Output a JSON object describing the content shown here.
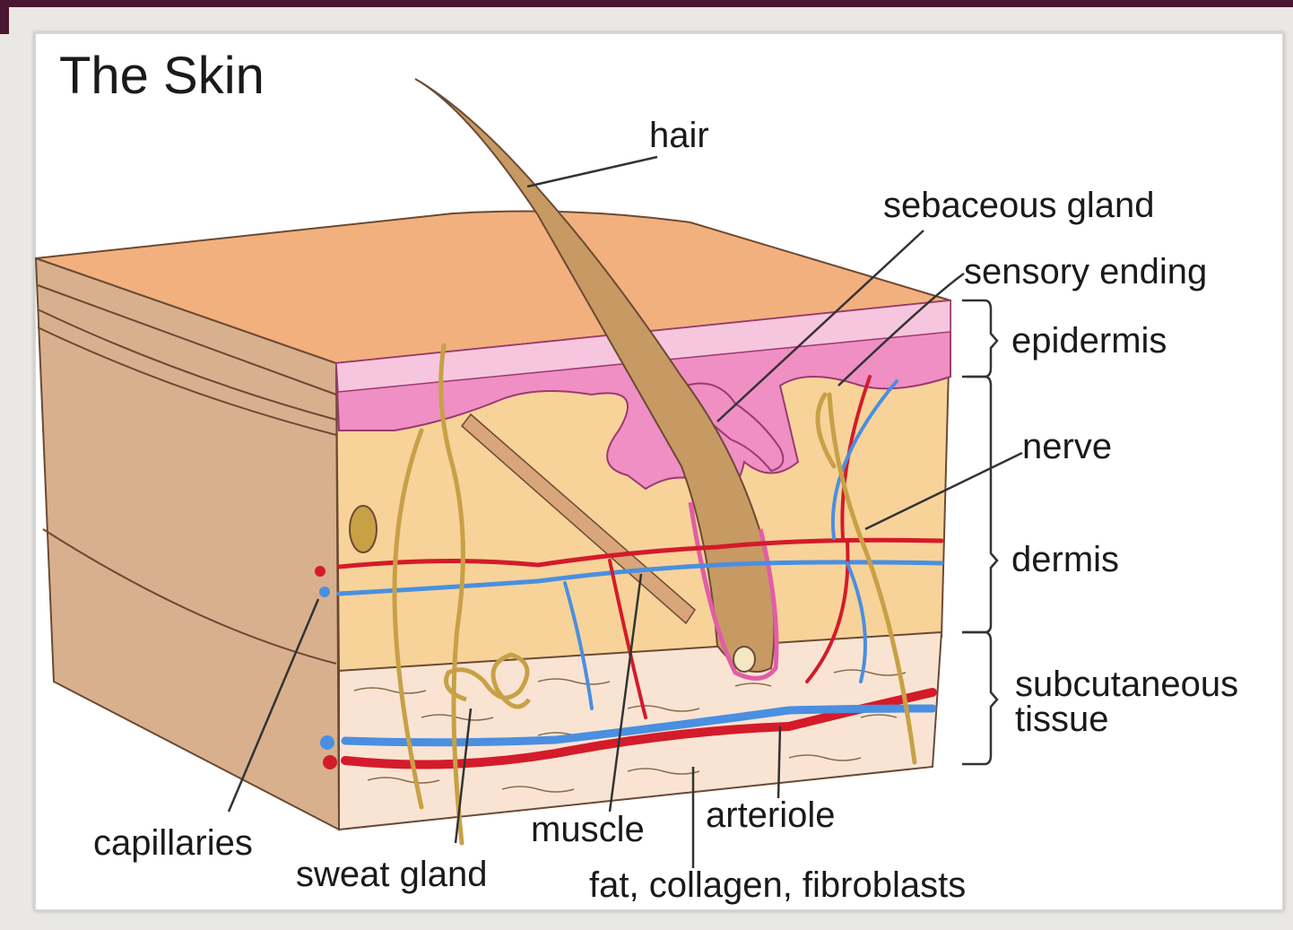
{
  "diagram": {
    "title": "The Skin",
    "labels": {
      "hair": "hair",
      "sebaceous_gland": "sebaceous gland",
      "sensory_ending": "sensory ending",
      "epidermis": "epidermis",
      "nerve": "nerve",
      "dermis": "dermis",
      "subcutaneous_1": "subcutaneous",
      "subcutaneous_2": "tissue",
      "capillaries": "capillaries",
      "sweat_gland": "sweat gland",
      "muscle": "muscle",
      "arteriole": "arteriole",
      "fat": "fat, collagen, fibroblasts"
    },
    "colors": {
      "skin_surface": "#f2b07e",
      "side_face": "#d9b08e",
      "dermis": "#f7d39a",
      "epidermis": "#ef8fc4",
      "subcutaneous": "#f9e4d4",
      "hair": "#c79a63",
      "artery": "#d41b2a",
      "vein": "#4a8fe0",
      "nerve": "#c8a046"
    }
  }
}
